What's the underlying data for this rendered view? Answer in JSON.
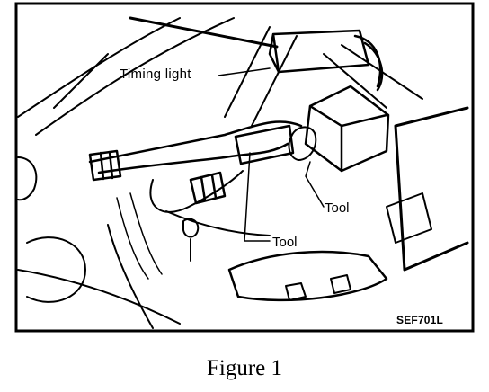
{
  "labels": {
    "timing_light": "Timing light",
    "tool_upper": "Tool",
    "tool_lower": "Tool",
    "figure_code": "SEF701L"
  },
  "caption": "Figure 1",
  "colors": {
    "ink": "#000000",
    "paper": "#ffffff"
  }
}
